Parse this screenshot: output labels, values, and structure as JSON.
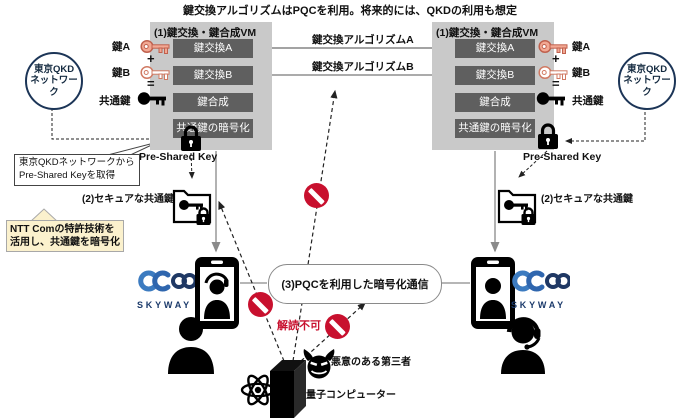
{
  "title": "鍵交換アルゴリズムはPQCを利用。将来的には、QKDの利用も想定",
  "left": {
    "qkd": {
      "line1": "東京QKD",
      "line2": "ネットワーク"
    },
    "vm": {
      "title": "(1)鍵交換・鍵合成VM",
      "steps": [
        "鍵交換A",
        "鍵交換B",
        "鍵合成",
        "共通鍵の暗号化"
      ]
    },
    "keys": {
      "a": "鍵A",
      "plus": "+",
      "b": "鍵B",
      "equals": "=",
      "common": "共通鍵"
    },
    "pre_shared_key": "Pre-Shared Key",
    "callout": {
      "line1": "東京QKDネットワークから",
      "line2": "Pre-Shared Keyを取得"
    },
    "secure_label": "(2)セキュアな共通鍵",
    "patent": {
      "line1": "NTT Comの特許技術を",
      "line2": "活用し、共通鍵を暗号化"
    },
    "brand": "SKYWAY"
  },
  "right": {
    "qkd": {
      "line1": "東京QKD",
      "line2": "ネットワーク"
    },
    "vm": {
      "title": "(1)鍵交換・鍵合成VM",
      "steps": [
        "鍵交換A",
        "鍵交換B",
        "鍵合成",
        "共通鍵の暗号化"
      ]
    },
    "keys": {
      "a": "鍵A",
      "plus": "+",
      "b": "鍵B",
      "equals": "=",
      "common": "共通鍵"
    },
    "pre_shared_key": "Pre-Shared Key",
    "secure_label": "(2)セキュアな共通鍵",
    "brand": "SKYWAY"
  },
  "center": {
    "algorithm_a": "鍵交換アルゴリズムA",
    "algorithm_b": "鍵交換アルゴリズムB",
    "channel": "(3)PQCを利用した暗号化通信",
    "undecryptable": "解読不可",
    "attacker": "悪意のある第三者",
    "quantum": "量子コンピューター"
  },
  "colors": {
    "prohibition_red": "#C8102E",
    "undecryptable_red": "#C8102E",
    "brand_navy": "#1B3A6B",
    "brand_blue": "#3C7BC0",
    "key_pink_fill": "#F2A893",
    "key_pink_stroke": "#C0614E",
    "vm_panel_bg": "#C9C9C9",
    "vm_step_bg": "#5F5F5F",
    "note_yellow": "#FBF1CD"
  }
}
